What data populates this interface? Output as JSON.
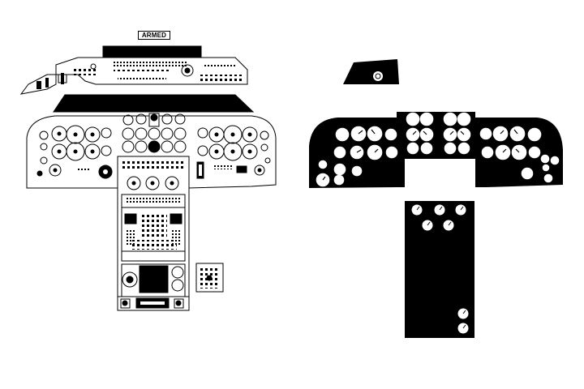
{
  "warning_label": "ARMED",
  "colors": {
    "ink": "#000000",
    "paper": "#ffffff"
  },
  "panels": [
    {
      "id": "light-panel",
      "style": "line-drawing-white-background"
    },
    {
      "id": "dark-panel",
      "style": "silhouette-black-background"
    }
  ]
}
